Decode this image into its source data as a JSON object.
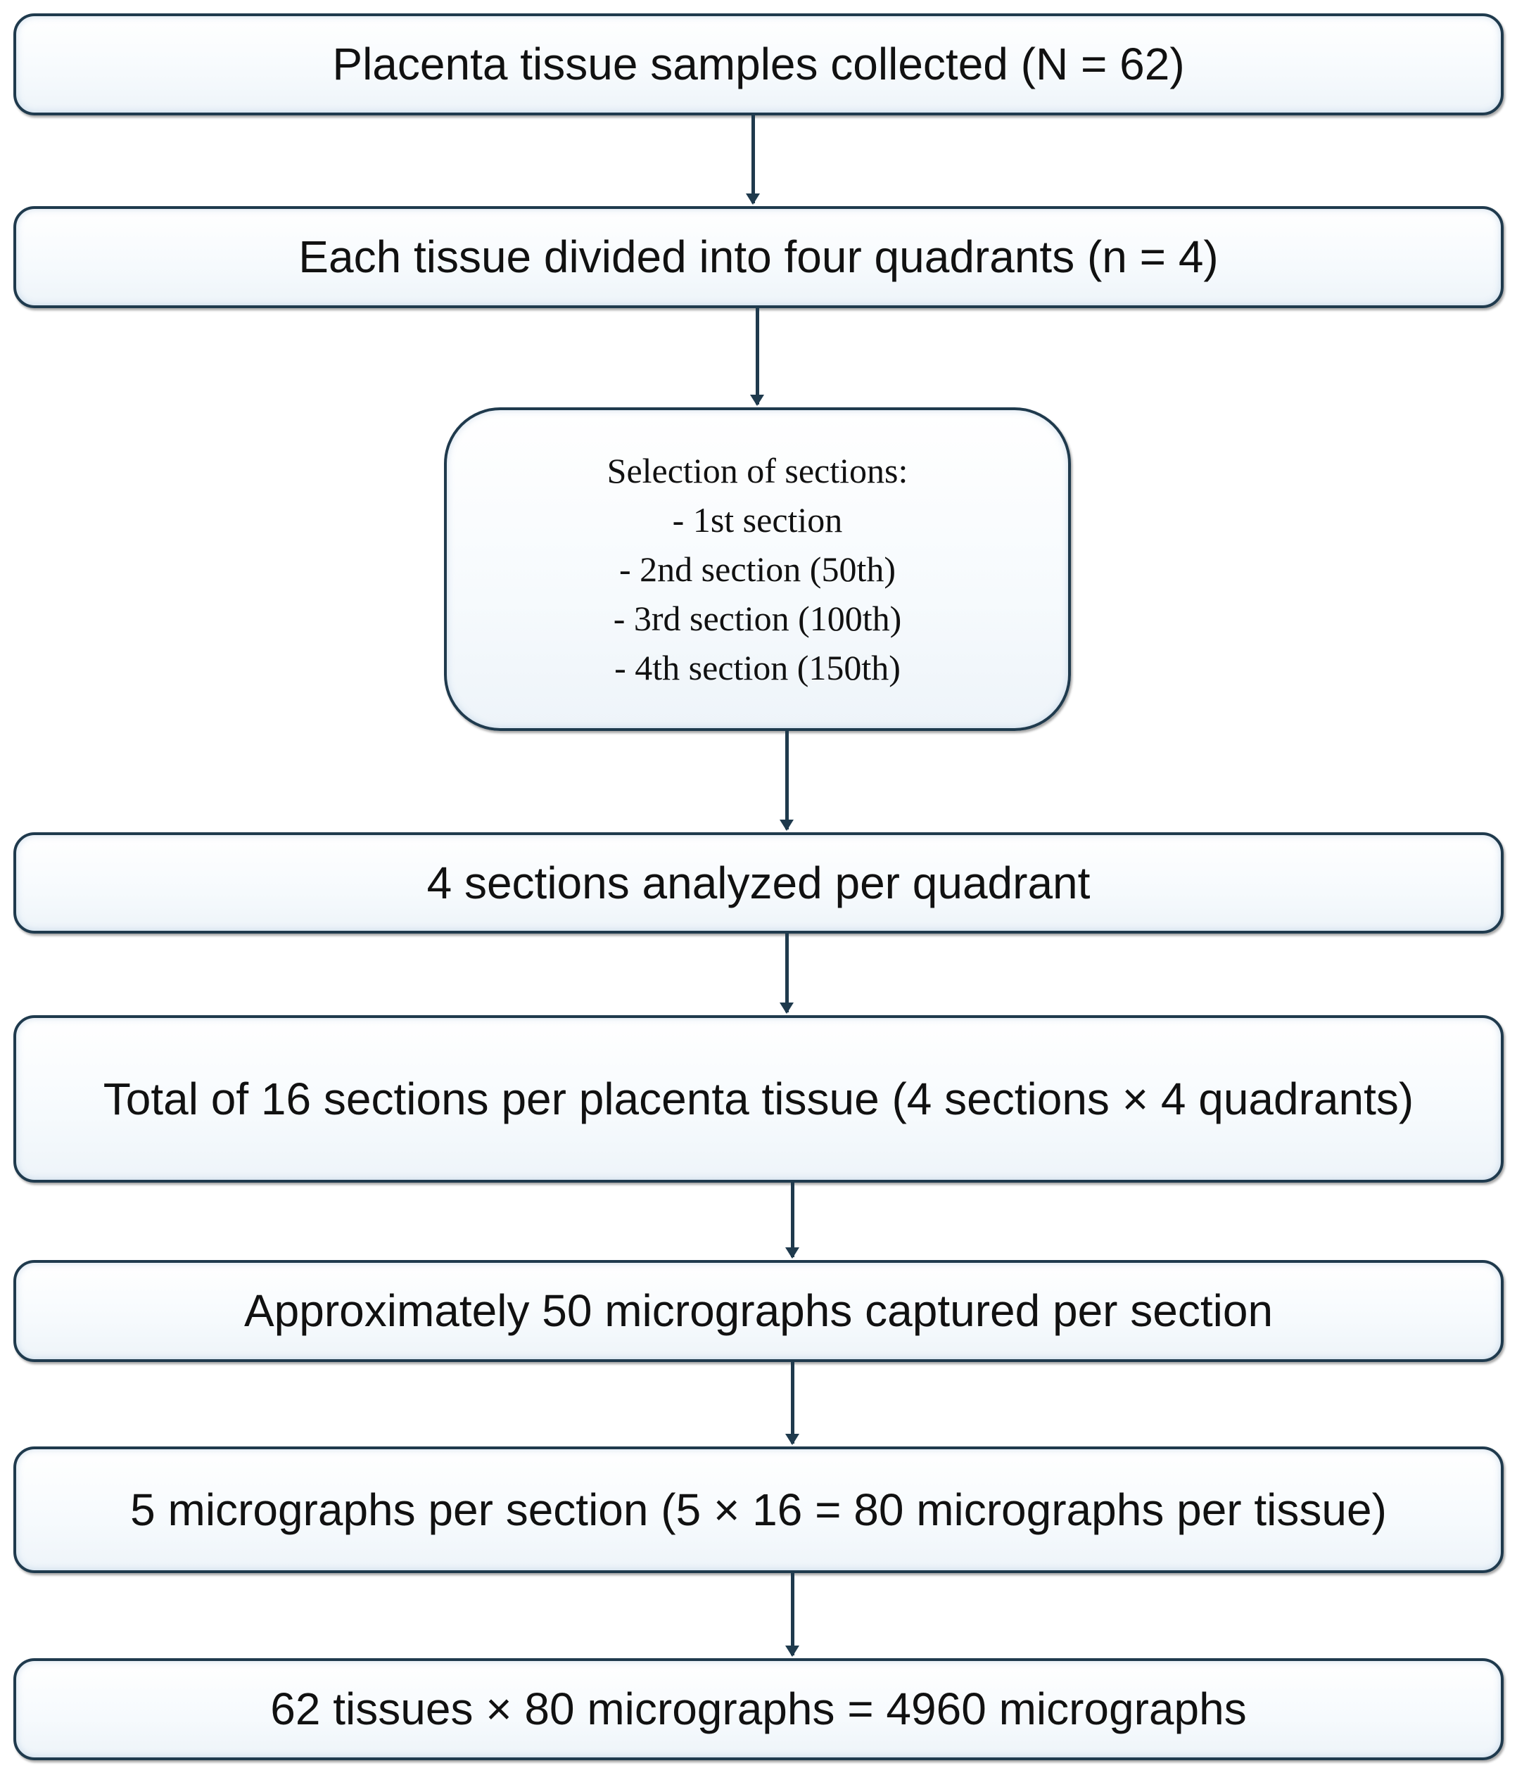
{
  "steps": [
    "Placenta tissue samples collected (N = 62)",
    "Each tissue divided into four quadrants (n = 4)",
    "4 sections analyzed per quadrant",
    "Total of 16 sections per placenta tissue (4 sections × 4 quadrants)",
    "Approximately 50 micrographs captured per section",
    "5 micrographs per section (5 × 16 = 80 micrographs per tissue)",
    "62 tissues × 80 micrographs = 4960 micrographs"
  ],
  "selection": {
    "title": "Selection of sections:",
    "items": [
      "- 1st section",
      "- 2nd section (50th)",
      "- 3rd section (100th)",
      "- 4th section (150th)"
    ]
  },
  "colors": {
    "border": "#1f3a4d",
    "fill": "#f6fafd"
  }
}
